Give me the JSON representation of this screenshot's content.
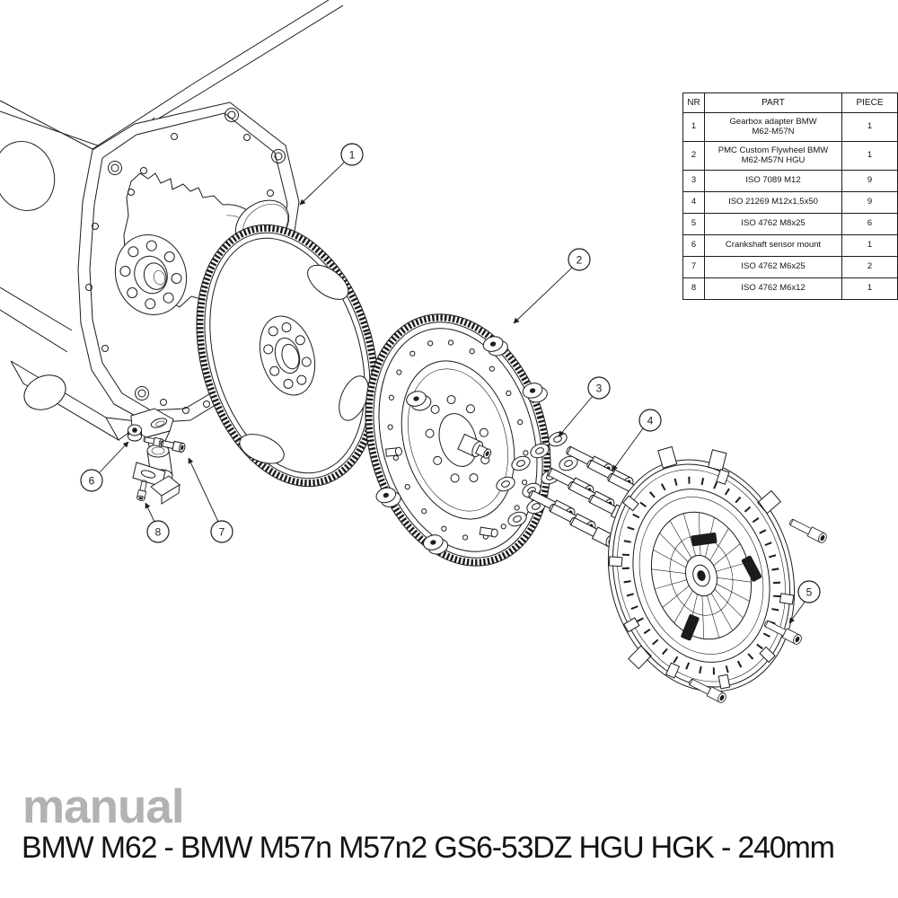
{
  "diagram": {
    "description": "Exploded view of BMW M62 to M57N gearbox adapter kit with flywheel and clutch",
    "callouts": [
      {
        "label": "1"
      },
      {
        "label": "2"
      },
      {
        "label": "3"
      },
      {
        "label": "4"
      },
      {
        "label": "5"
      },
      {
        "label": "6"
      },
      {
        "label": "7"
      },
      {
        "label": "8"
      }
    ]
  },
  "parts_table": {
    "headers": {
      "nr": "NR",
      "part": "PART",
      "piece": "PIECE"
    },
    "rows": [
      {
        "nr": "1",
        "part": "Gearbox adapter BMW\nM62-M57N",
        "piece": "1"
      },
      {
        "nr": "2",
        "part": "PMC Custom Flywheel BMW\nM62-M57N HGU",
        "piece": "1"
      },
      {
        "nr": "3",
        "part": "ISO 7089 M12",
        "piece": "9"
      },
      {
        "nr": "4",
        "part": "ISO 21269 M12x1,5x50",
        "piece": "9"
      },
      {
        "nr": "5",
        "part": "ISO 4762 M8x25",
        "piece": "6"
      },
      {
        "nr": "6",
        "part": "Crankshaft sensor mount",
        "piece": "1"
      },
      {
        "nr": "7",
        "part": "ISO 4762 M6x25",
        "piece": "2"
      },
      {
        "nr": "8",
        "part": "ISO 4762 M6x12",
        "piece": "1"
      }
    ]
  },
  "footer": {
    "brand": "manual",
    "title": "BMW M62 - BMW M57n M57n2 GS6-53DZ HGU HGK - 240mm"
  },
  "colors": {
    "line": "#1c1c1c",
    "brand_gray": "#b2b2b2",
    "text": "#151515",
    "background": "#ffffff"
  }
}
